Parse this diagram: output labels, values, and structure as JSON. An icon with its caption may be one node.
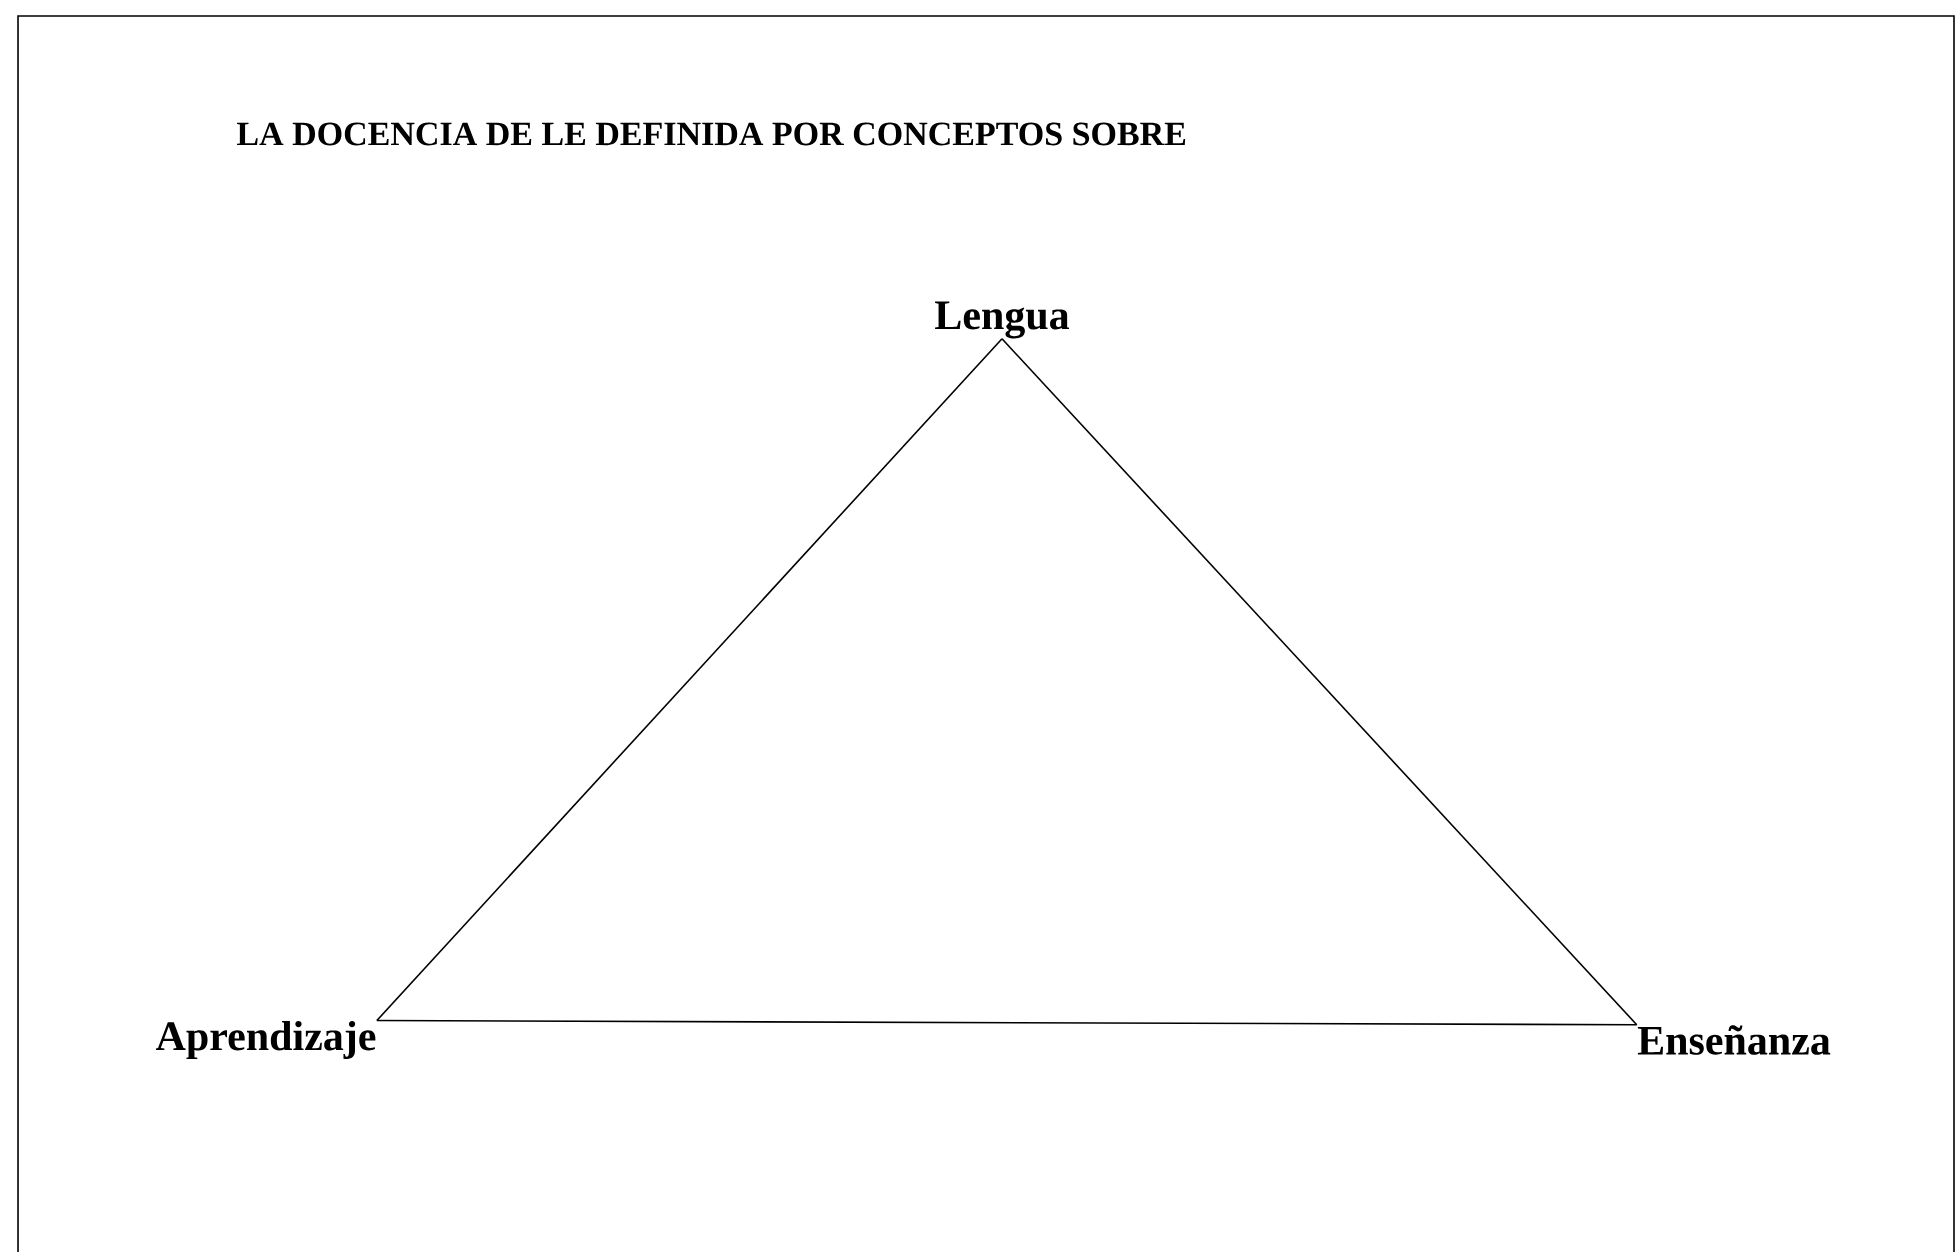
{
  "diagram": {
    "title": "LA DOCENCIA DE LE DEFINIDA POR CONCEPTOS SOBRE",
    "nodes": [
      {
        "text": [
          "Lengua"
        ]
      },
      {
        "text": [
          "Aprendizaje"
        ]
      },
      {
        "text": [
          "Enseñanza"
        ]
      }
    ],
    "edges": [
      {
        "from": 0,
        "to": 1,
        "arrow": "none"
      },
      {
        "from": 1,
        "to": 2,
        "arrow": "none"
      },
      {
        "from": 0,
        "to": 2,
        "arrow": "none"
      }
    ]
  }
}
